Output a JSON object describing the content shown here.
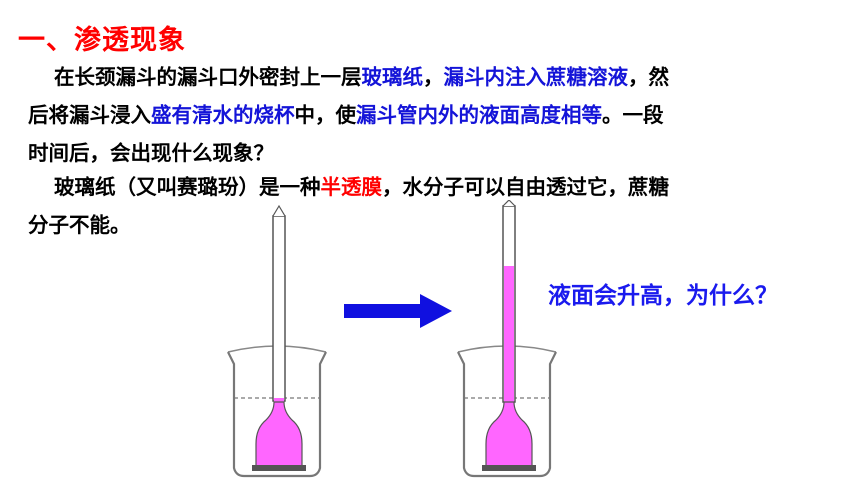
{
  "title": "一、渗透现象",
  "para1": {
    "line1_a": "在长颈漏斗的漏斗口外密封上一层",
    "line1_b": "玻璃纸",
    "line1_c": "，",
    "line1_d": "漏斗内注入蔗糖溶液",
    "line1_e": "，然",
    "line2_a": "后将漏斗浸入",
    "line2_b": "盛有清水的烧杯",
    "line2_c": "中，使",
    "line2_d": "漏斗管内外的液面高度相等",
    "line2_e": "。一段",
    "line3": "时间后，会出现什么现象？"
  },
  "para2": {
    "line1_a": "玻璃纸（又叫赛璐玢）是一种",
    "line1_b": "半透膜",
    "line1_c": "，水分子可以自由透过它，蔗糖",
    "line2": "分子不能。"
  },
  "question": "液面会升高，为什么？",
  "colors": {
    "title": "#ff0000",
    "highlight_blue": "#1414d8",
    "highlight_red": "#ff0000",
    "arrow": "#1010e0",
    "sucrose_solution": "#ff66ff",
    "membrane": "#555555"
  }
}
